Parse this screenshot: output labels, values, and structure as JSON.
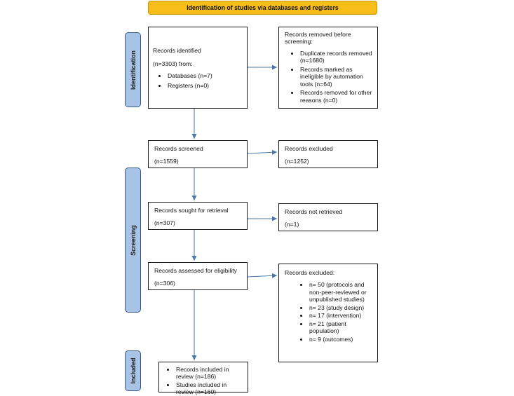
{
  "header": {
    "title": "Identification of studies via databases and registers"
  },
  "phases": {
    "identification": "Identification",
    "screening": "Screening",
    "included": "Included"
  },
  "identified": {
    "heading": "Records identified",
    "count": "(n=3303) from:",
    "items": [
      "Databases (n=7)",
      "Registers (n=0)"
    ]
  },
  "removed": {
    "heading": "Records removed before screening:",
    "items": [
      "Duplicate records removed (n=1680)",
      "Records marked as ineligible by automation tools (n=64)",
      "Records removed for other reasons (n=0)"
    ]
  },
  "screened": {
    "label": "Records screened",
    "count": "(n=1559)"
  },
  "excluded_screen": {
    "label": "Records excluded",
    "count": "(n=1252)"
  },
  "sought": {
    "label": "Records sought for retrieval",
    "count": "(n=307)"
  },
  "not_retrieved": {
    "label": "Records not retrieved",
    "count": "(n=1)"
  },
  "assessed": {
    "label": "Records assessed for eligibility",
    "count": "(n=306)"
  },
  "excluded_full": {
    "heading": "Records excluded:",
    "items": [
      "n= 50 (protocols and non-peer-reviewed or unpublished studies)",
      "n= 23 (study design)",
      "n= 17 (intervention)",
      "n= 21 (patient population)",
      "n= 9 (outcomes)"
    ]
  },
  "included": {
    "items": [
      "Records included in review (n=186)",
      "Studies included in review (n=160)"
    ]
  },
  "colors": {
    "header_fill": "#f7be1a",
    "phase_fill": "#a7c3e6",
    "arrow": "#4a78a6"
  }
}
